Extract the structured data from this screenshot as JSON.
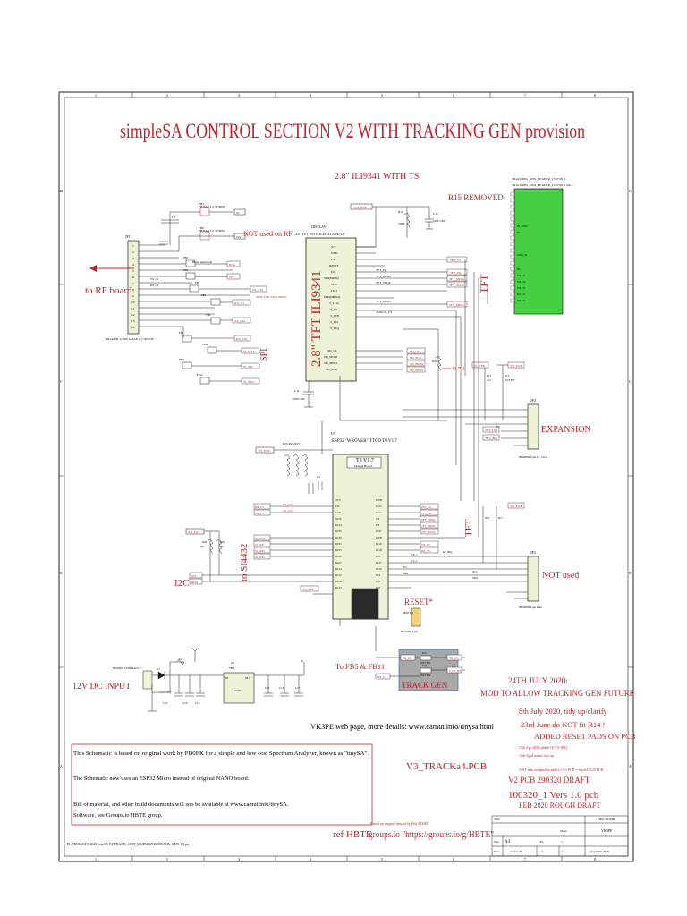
{
  "title": "simpleSA CONTROL SECTION V2 WITH TRACKING GEN provision",
  "border": {
    "columns": [
      "1",
      "2",
      "3",
      "4",
      "5",
      "6",
      "7",
      "8"
    ],
    "rows": [
      "D",
      "C",
      "B",
      "A"
    ]
  },
  "sections": {
    "tft": "2.8\" ILI9341 WITH TS",
    "tft_vertical": "2.8\" TFT  ILI9341",
    "tft_inner": "2.8\" TFT WITH ILI9341 AND TS",
    "r15": "R15 REMOVED",
    "not_used_rf": "NOT used on RF",
    "to_rf": "to RF board",
    "spi": "SPI",
    "tft_right": "TFT",
    "tft_mid": "TFT",
    "expansion": "EXPANSION",
    "to_si": "to Si4432",
    "i2c": "I2C",
    "not_used": "NOT used",
    "reset": "RESET*",
    "to_fb": "To FB5 & FB11",
    "track_gen": "TRACK GEN",
    "dc_input": "12V DC INPUT",
    "esp32": "ESP32 \"WROVER\" TTGO T8 V1.7",
    "esp32_small": "T8 V1.7",
    "esp32_sub": "Orange Board",
    "u7": "U7",
    "track_note_date": "24TH JULY 2020:",
    "track_note": "MOD TO ALLOW TRACKING GEN FUTURE",
    "note_july": "8th July 2020, tidy up/clarify",
    "note_june": "23rd June do NOT fit R14 !",
    "note_reset": "ADDED RESET PADS ON PCB",
    "small_notes": [
      "17th Apr 2020 added C8 TS_IRQ",
      "14th April minor tidy up",
      "31ST mar swapped ts and rx CS's   PCB = tinySA 3/20 PCB"
    ],
    "v2_pcb": "V2 PCB 290320 DRAFT",
    "version": "100320_1 Vers 1.0 pcb",
    "feb": "FEB 2020 ROUGH DRAFT",
    "web": "VK3PE web page, more details: www.camut.info/tinysa.html",
    "pcb_name": "V3_TRACKa4.PCB",
    "ref_hbte": "ref HBTE",
    "groups": "groups.io   \"https://groups.io/g/HBTE\"",
    "based_on": "Based on original design by Erik PD0EK",
    "filepath": "D:\\PROJECTS 2020\\tinySA V2\\TRACK_GEN_MOD\\240720\\TRACK-GEN-V3.prj"
  },
  "info_box": [
    "This Schematic is based on original work by PD0EK  for a simple and low cost Spectrum Analyzer, known as \"tinySA\".",
    "The Schematic now uses an ESP32 Micro instead of original NANO board.",
    "Bill of material, and other build documents will soo be available at www.camut.info/tinySA.",
    "Software, see Groups.io HBTE group."
  ],
  "title_block": {
    "title_label": "Title",
    "size_label": "Size",
    "size": "A3",
    "date_label": "Date",
    "date": "10-Jul-20",
    "file_label": "File",
    "sheet_label": "Sheet",
    "sheet": "1",
    "of_label": "of",
    "of": "2",
    "drawn_by": "VK3PE",
    "copyright": "(C) 2007-2019",
    "doc_no": "DRG-NUMB"
  },
  "colors": {
    "ink": "#222222",
    "red": "#c0202a",
    "tft_fill": "#44d040",
    "chip_fill": "#eef3d8",
    "track_fill": "#a8a8a8",
    "blue": "#3050b0"
  }
}
